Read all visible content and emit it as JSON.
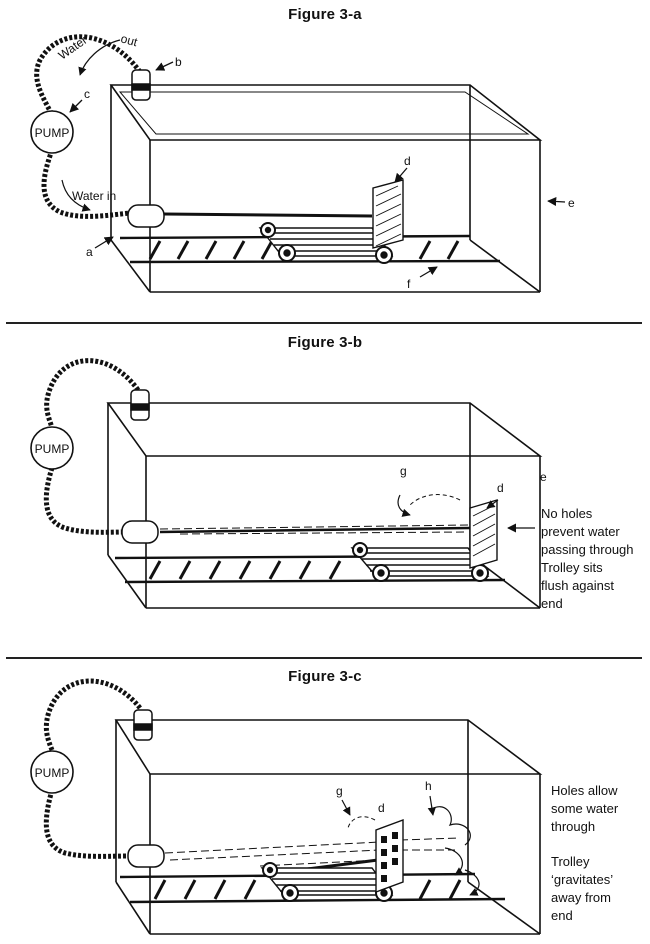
{
  "figures": [
    {
      "title": "Figure 3-a",
      "labels": {
        "water_out_1": "Water",
        "water_out_2": "out",
        "pump": "PUMP",
        "water_in": "Water in",
        "a": "a",
        "b": "b",
        "c": "c",
        "d": "d",
        "e": "e",
        "f": "f"
      }
    },
    {
      "title": "Figure 3-b",
      "labels": {
        "pump": "PUMP",
        "d": "d",
        "e": "e",
        "g": "g"
      },
      "notes": [
        "No holes",
        "prevent water",
        "passing through",
        "Trolley sits",
        "flush against",
        "end"
      ]
    },
    {
      "title": "Figure 3-c",
      "labels": {
        "pump": "PUMP",
        "d": "d",
        "g": "g",
        "h": "h"
      },
      "notes_top": [
        "Holes allow",
        "some water",
        "through"
      ],
      "notes_bottom": [
        "Trolley",
        "‘gravitates’",
        "away from",
        "end"
      ]
    }
  ]
}
